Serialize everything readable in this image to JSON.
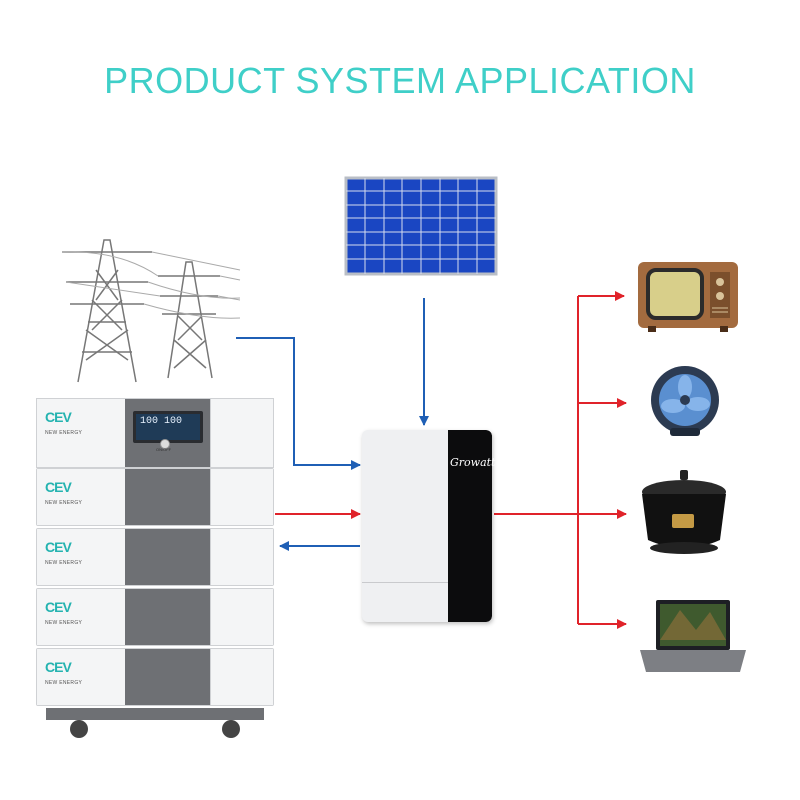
{
  "title": "PRODUCT SYSTEM APPLICATION",
  "battery": {
    "brand_logo": "CEV",
    "brand_sub": "NEW ENERGY",
    "screen_text": "100 100",
    "button_label": "ON/OFF",
    "modules": [
      "CEV",
      "CEV",
      "CEV",
      "CEV",
      "CEV"
    ]
  },
  "inverter": {
    "brand": "Growatt"
  },
  "icons": [
    "power-grid-towers-icon",
    "solar-panel-icon",
    "inverter-icon",
    "battery-stack-icon",
    "tv-icon",
    "fan-icon",
    "rice-cooker-icon",
    "laptop-icon"
  ],
  "colors": {
    "title": "#3fcfc8",
    "blue_arrow": "#1f5fb5",
    "red_arrow": "#e0232a"
  }
}
